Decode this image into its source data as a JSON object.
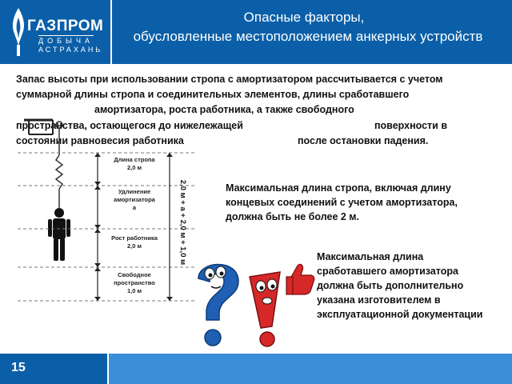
{
  "header": {
    "logo_main": "ГАЗПРОМ",
    "logo_sub1": "ДОБЫЧА",
    "logo_sub2": "АСТРАХАНЬ",
    "title_line1": "Опасные факторы,",
    "title_line2": "обусловленные местоположением анкерных устройств"
  },
  "intro": {
    "line1": "Запас высоты при использовании стропа с амортизатором рассчитывается с учетом",
    "line2": "суммарной длины стропа и соединительных элементов, длины сработавшего",
    "line3": "амортизатора, роста работника, а также свободного",
    "line4a": "пространства, остающегося до нижележащей",
    "line4b": "поверхности в",
    "line5a": "состоянии равновесия работника",
    "line5b": "после остановки падения."
  },
  "diagram": {
    "seg1_label": "Длина стропа",
    "seg1_value": "2,0 м",
    "seg2_label1": "Удлинение",
    "seg2_label2": "амортизатора",
    "seg2_value": "а",
    "seg3_label": "Рост работника",
    "seg3_value": "2,0 м",
    "seg4_label1": "Свободное",
    "seg4_label2": "пространство",
    "seg4_value": "1,0 м",
    "total_formula": "2,0 м + а + 2,0 м + 1,0 м"
  },
  "notes": {
    "note1_line1": "Максимальная длина стропа, включая длину",
    "note1_line2": "концевых соединений с учетом амортизатора,",
    "note1_line3": "должна быть не более 2 м.",
    "note2_line1": "Максимальная длина",
    "note2_line2": "сработавшего амортизатора",
    "note2_line3": "должна быть дополнительно",
    "note2_line4": "указана изготовителем в",
    "note2_line5": "эксплуатационной документации"
  },
  "footer": {
    "page_number": "15"
  },
  "colors": {
    "brand_dark": "#0b5fa8",
    "brand_light": "#3b8fd9",
    "question_mark": "#1f5fb4",
    "exclamation_mark": "#d62828"
  },
  "icons": [
    "gazprom-flame-icon",
    "question-mark-character-icon",
    "exclamation-mark-character-icon",
    "thumbs-up-icon",
    "worker-figure-icon"
  ]
}
